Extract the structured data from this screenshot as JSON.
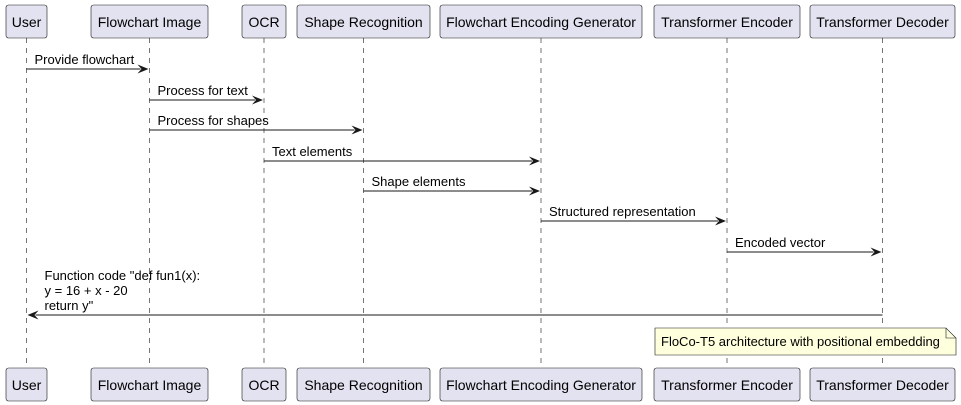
{
  "participants": [
    {
      "id": "user",
      "label": "User"
    },
    {
      "id": "flowchart-image",
      "label": "Flowchart Image"
    },
    {
      "id": "ocr",
      "label": "OCR"
    },
    {
      "id": "shape-recognition",
      "label": "Shape Recognition"
    },
    {
      "id": "flowchart-encoding-generator",
      "label": "Flowchart Encoding Generator"
    },
    {
      "id": "transformer-encoder",
      "label": "Transformer Encoder"
    },
    {
      "id": "transformer-decoder",
      "label": "Transformer Decoder"
    }
  ],
  "messages": [
    {
      "from": "user",
      "to": "flowchart-image",
      "lines": [
        "Provide flowchart"
      ]
    },
    {
      "from": "flowchart-image",
      "to": "ocr",
      "lines": [
        "Process for text"
      ]
    },
    {
      "from": "flowchart-image",
      "to": "shape-recognition",
      "lines": [
        "Process for shapes"
      ]
    },
    {
      "from": "ocr",
      "to": "flowchart-encoding-generator",
      "lines": [
        "Text elements"
      ]
    },
    {
      "from": "shape-recognition",
      "to": "flowchart-encoding-generator",
      "lines": [
        "Shape elements"
      ]
    },
    {
      "from": "flowchart-encoding-generator",
      "to": "transformer-encoder",
      "lines": [
        "Structured representation"
      ]
    },
    {
      "from": "transformer-encoder",
      "to": "transformer-decoder",
      "lines": [
        "Encoded vector"
      ]
    },
    {
      "from": "transformer-decoder",
      "to": "user",
      "lines": [
        "Function code \"def fun1(x):",
        " y = 16 + x - 20",
        " return y\""
      ]
    }
  ],
  "note": {
    "text": "FloCo-T5 architecture with positional embedding",
    "over": "transformer-decoder"
  },
  "colors": {
    "participant_fill": "#e2e2f0",
    "note_fill": "#feffdd",
    "line": "#181818"
  }
}
